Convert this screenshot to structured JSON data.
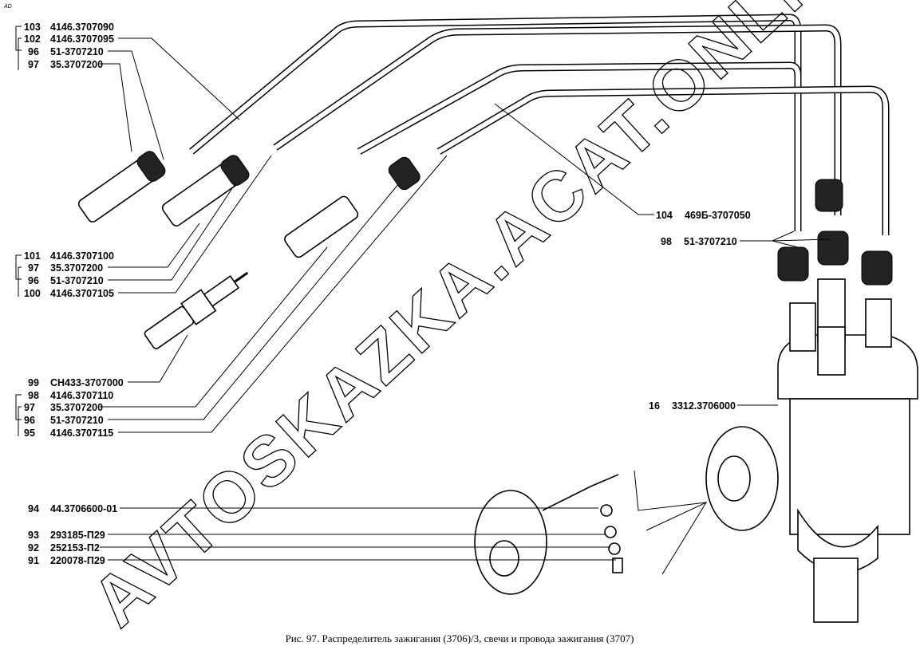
{
  "corner_mark": "AD",
  "caption": "Рис. 97. Распределитель зажигания (3706)/3, свечи и провода зажигания (3707)",
  "watermark": "AVTOSKAZKA.ACAT.ONLINE",
  "groups": {
    "g1": [
      {
        "num": "103",
        "code": "4146.3707090"
      },
      {
        "num": "102",
        "code": "4146.3707095"
      },
      {
        "num": "96",
        "code": "51-3707210"
      },
      {
        "num": "97",
        "code": "35.3707200"
      }
    ],
    "g2": [
      {
        "num": "101",
        "code": "4146.3707100"
      },
      {
        "num": "97",
        "code": "35.3707200"
      },
      {
        "num": "96",
        "code": "51-3707210"
      },
      {
        "num": "100",
        "code": "4146.3707105"
      }
    ],
    "g3": [
      {
        "num": "99",
        "code": "CH433-3707000"
      },
      {
        "num": "98",
        "code": "4146.3707110"
      },
      {
        "num": "97",
        "code": "35.3707200"
      },
      {
        "num": "96",
        "code": "51-3707210"
      },
      {
        "num": "95",
        "code": "4146.3707115"
      }
    ],
    "g4": [
      {
        "num": "94",
        "code": "44.3706600-01"
      },
      {
        "num": "93",
        "code": "293185-П29"
      },
      {
        "num": "92",
        "code": "252153-П2"
      },
      {
        "num": "91",
        "code": "220078-П29"
      }
    ],
    "right": [
      {
        "num": "104",
        "code": "469Б-3707050"
      },
      {
        "num": "98",
        "code": "51-3707210"
      },
      {
        "num": "16",
        "code": "3312.3706000"
      }
    ]
  }
}
